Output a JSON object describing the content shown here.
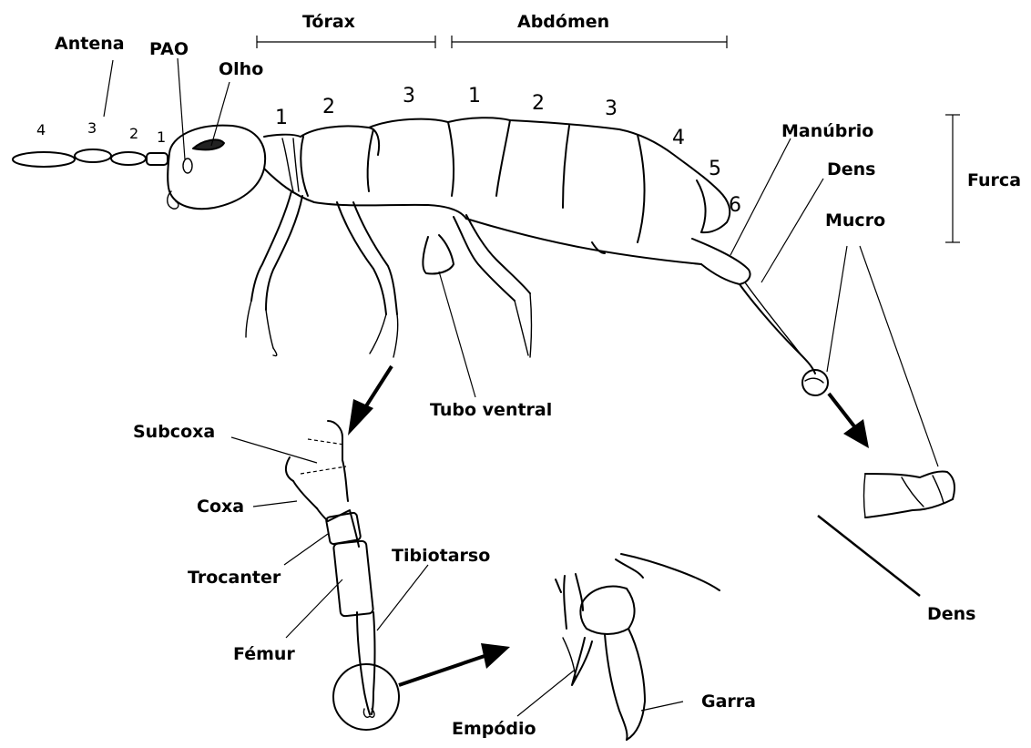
{
  "labels": {
    "antena": "Antena",
    "pao": "PAO",
    "olho": "Olho",
    "torax": "Tórax",
    "abdomen": "Abdómen",
    "manubrio": "Manúbrio",
    "dens_top": "Dens",
    "furca": "Furca",
    "mucro": "Mucro",
    "tubo_ventral": "Tubo ventral",
    "subcoxa": "Subcoxa",
    "coxa": "Coxa",
    "trocanter": "Trocanter",
    "tibiotarso": "Tibiotarso",
    "femur": "Fémur",
    "empodio": "Empódio",
    "garra": "Garra",
    "dens_bottom": "Dens"
  },
  "antenna_segments": [
    "4",
    "3",
    "2",
    "1"
  ],
  "thorax_segments": [
    "1",
    "2",
    "3"
  ],
  "abdomen_segments": [
    "1",
    "2",
    "3",
    "4",
    "5",
    "6"
  ]
}
